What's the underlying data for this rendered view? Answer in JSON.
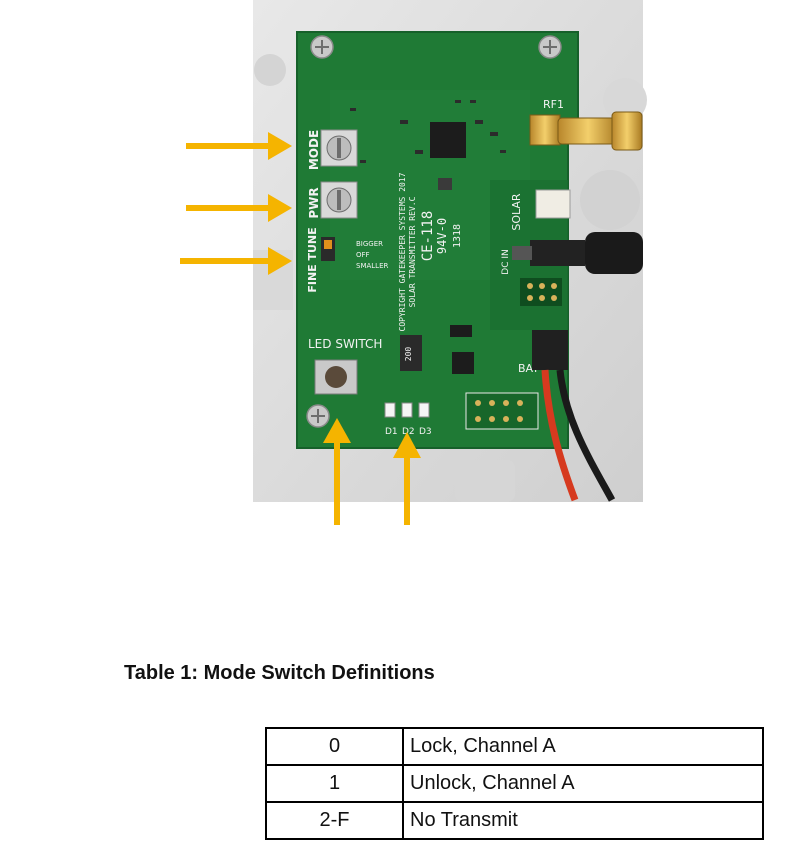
{
  "board": {
    "labels": {
      "mode": "MODE",
      "pwr": "PWR",
      "fine_tune": "FINE TUNE",
      "bigger": "BIGGER",
      "off": "OFF",
      "smaller": "SMALLER",
      "led_switch": "LED SWITCH",
      "rf1": "RF1",
      "solar": "SOLAR",
      "dc_in": "DC IN",
      "bat": "BAT",
      "copyright": "COPYRIGHT GATEKEEPER SYSTEMS 2017",
      "product": "SOLAR TRANSMITTER REV.C",
      "ce": "CE-118",
      "rating": "94V-0",
      "date_code": "1318",
      "d1": "D1",
      "d2": "D2",
      "d3": "D3",
      "r200": "200"
    }
  },
  "colors": {
    "pcb": "#1f7a35",
    "arrow": "#f5b400",
    "enclosure": "#dcdcdc"
  },
  "table": {
    "caption": "Table 1: Mode Switch Definitions",
    "rows": [
      {
        "code": "0",
        "desc": "Lock, Channel A"
      },
      {
        "code": "1",
        "desc": "Unlock, Channel A"
      },
      {
        "code": "2-F",
        "desc": "No Transmit"
      }
    ]
  }
}
